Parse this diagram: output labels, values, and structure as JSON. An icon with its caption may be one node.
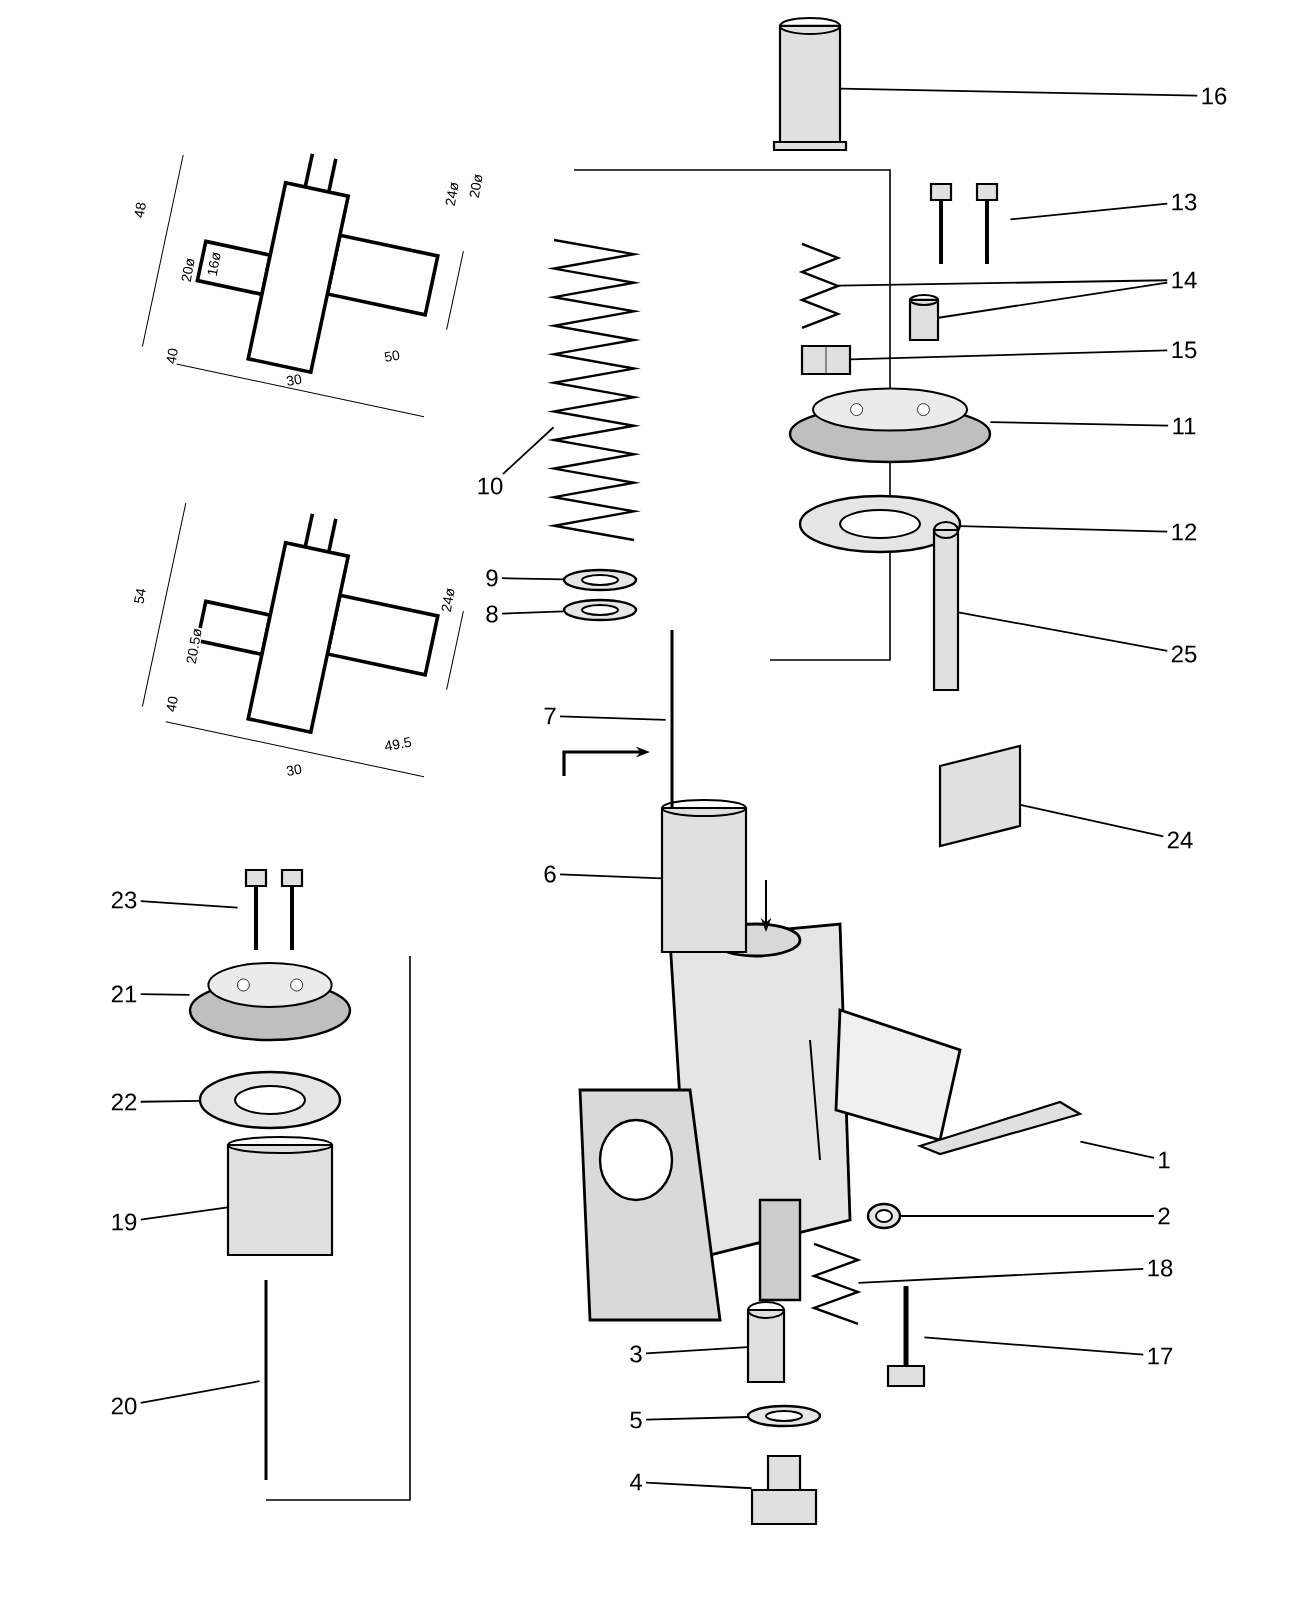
{
  "diagram": {
    "nodes": [
      {
        "text": [
          "16"
        ]
      },
      {
        "text": [],
        "shape": "picture"
      },
      {
        "text": [
          "13"
        ]
      },
      {
        "text": [],
        "shape": "picture"
      },
      {
        "text": [
          "14"
        ]
      },
      {
        "text": [],
        "shape": "picture"
      },
      {
        "text": [],
        "shape": "cylinder"
      },
      {
        "text": [
          "15"
        ]
      },
      {
        "text": [],
        "shape": "picture"
      },
      {
        "text": [
          "11"
        ]
      },
      {
        "text": [],
        "shape": "cylinder"
      },
      {
        "text": [
          "12"
        ]
      },
      {
        "text": [],
        "shape": "picture"
      },
      {
        "text": [
          "25"
        ]
      },
      {
        "text": [],
        "shape": "bar"
      },
      {
        "text": [
          "24"
        ]
      },
      {
        "text": [],
        "shape": "box"
      },
      {
        "text": [
          "10"
        ]
      },
      {
        "text": [],
        "shape": "picture"
      },
      {
        "text": [
          "9"
        ]
      },
      {
        "text": [],
        "shape": "picture"
      },
      {
        "text": [
          "8"
        ]
      },
      {
        "text": [],
        "shape": "picture"
      },
      {
        "text": [
          "7"
        ]
      },
      {
        "text": [],
        "shape": "picture"
      },
      {
        "text": [
          "6"
        ]
      },
      {
        "text": [],
        "shape": "cylinder"
      },
      {
        "text": [
          "1"
        ]
      },
      {
        "text": [],
        "shape": "picture"
      },
      {
        "text": [
          "2"
        ]
      },
      {
        "text": [],
        "shape": "picture"
      },
      {
        "text": [
          "18"
        ]
      },
      {
        "text": [],
        "shape": "picture"
      },
      {
        "text": [
          "17"
        ]
      },
      {
        "text": [],
        "shape": "picture"
      },
      {
        "text": [
          "3"
        ]
      },
      {
        "text": [],
        "shape": "cylinder"
      },
      {
        "text": [
          "5"
        ]
      },
      {
        "text": [],
        "shape": "picture"
      },
      {
        "text": [
          "4"
        ]
      },
      {
        "text": [],
        "shape": "box"
      },
      {
        "text": [
          "23"
        ]
      },
      {
        "text": [],
        "shape": "picture"
      },
      {
        "text": [
          "21"
        ]
      },
      {
        "text": [],
        "shape": "picture"
      },
      {
        "text": [
          "22"
        ]
      },
      {
        "text": [],
        "shape": "picture"
      },
      {
        "text": [
          "19"
        ]
      },
      {
        "text": [],
        "shape": "cylinder"
      },
      {
        "text": [
          "20"
        ]
      },
      {
        "text": [],
        "shape": "picture"
      }
    ],
    "edges": [
      {
        "from": 0,
        "to": 1,
        "arrow": "none"
      },
      {
        "from": 2,
        "to": 3,
        "arrow": "none"
      },
      {
        "from": 4,
        "to": 5,
        "arrow": "none"
      },
      {
        "from": 4,
        "to": 6,
        "arrow": "none"
      },
      {
        "from": 7,
        "to": 8,
        "arrow": "none"
      },
      {
        "from": 9,
        "to": 10,
        "arrow": "none"
      },
      {
        "from": 11,
        "to": 12,
        "arrow": "none"
      },
      {
        "from": 13,
        "to": 14,
        "arrow": "none"
      },
      {
        "from": 15,
        "to": 16,
        "arrow": "none"
      },
      {
        "from": 17,
        "to": 18,
        "arrow": "none"
      },
      {
        "from": 19,
        "to": 20,
        "arrow": "none"
      },
      {
        "from": 21,
        "to": 22,
        "arrow": "none"
      },
      {
        "from": 23,
        "to": 24,
        "arrow": "none"
      },
      {
        "from": 25,
        "to": 26,
        "arrow": "none"
      },
      {
        "from": 27,
        "to": 28,
        "arrow": "none"
      },
      {
        "from": 29,
        "to": 30,
        "arrow": "none"
      },
      {
        "from": 31,
        "to": 32,
        "arrow": "none"
      },
      {
        "from": 33,
        "to": 34,
        "arrow": "none"
      },
      {
        "from": 35,
        "to": 36,
        "arrow": "none"
      },
      {
        "from": 37,
        "to": 38,
        "arrow": "none"
      },
      {
        "from": 39,
        "to": 40,
        "arrow": "none"
      },
      {
        "from": 41,
        "to": 42,
        "arrow": "none"
      },
      {
        "from": 43,
        "to": 44,
        "arrow": "none"
      },
      {
        "from": 45,
        "to": 46,
        "arrow": "none"
      },
      {
        "from": 47,
        "to": 48,
        "arrow": "none"
      },
      {
        "from": 49,
        "to": 50,
        "arrow": "none"
      }
    ],
    "labels": [
      "48",
      "20ø",
      "24ø",
      "16ø",
      "20ø",
      "40",
      "30",
      "50",
      "54",
      "24ø",
      "20.5ø",
      "40",
      "30",
      "49.5"
    ]
  }
}
